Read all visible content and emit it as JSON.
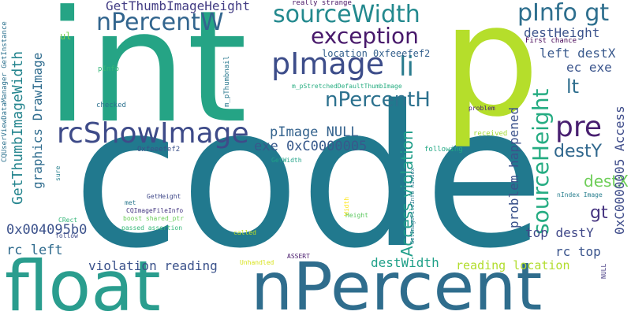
{
  "words": [
    {
      "text": "code",
      "color": "#21798e"
    },
    {
      "text": "int",
      "color": "#25a485"
    },
    {
      "text": "p",
      "color": "#b5de2b"
    },
    {
      "text": "float",
      "color": "#2a9d8e"
    },
    {
      "text": "nPercent",
      "color": "#2f6d8d"
    },
    {
      "text": "sourceWidth",
      "color": "#23898e"
    },
    {
      "text": "nPercentW",
      "color": "#32658e"
    },
    {
      "text": "pInfo gt",
      "color": "#2e6f8e"
    },
    {
      "text": "exception",
      "color": "#48196b"
    },
    {
      "text": "pImage",
      "color": "#3d4d8a"
    },
    {
      "text": "li",
      "color": "#2a7b8e"
    },
    {
      "text": "nPercentH",
      "color": "#2c718e"
    },
    {
      "text": "rcShowImage",
      "color": "#3e4b89"
    },
    {
      "text": "pre",
      "color": "#481f70"
    },
    {
      "text": "sourceHeight",
      "color": "#25ac82"
    },
    {
      "text": "GetThumbImageHeight",
      "color": "#433d84"
    },
    {
      "text": "destHeight",
      "color": "#3b528b"
    },
    {
      "text": "destY",
      "color": "#31688e"
    },
    {
      "text": "destX",
      "color": "#6ece58"
    },
    {
      "text": "gt",
      "color": "#463480"
    },
    {
      "text": "left destX",
      "color": "#38588c"
    },
    {
      "text": "ec exe",
      "color": "#3a548c"
    },
    {
      "text": "lt",
      "color": "#2e6e8e"
    },
    {
      "text": "pImage NULL",
      "color": "#33628d"
    },
    {
      "text": "exe 0xC0000005",
      "color": "#38598c"
    },
    {
      "text": "0x004095b0",
      "color": "#3b518b"
    },
    {
      "text": "rc left",
      "color": "#2f6b8e"
    },
    {
      "text": "GetThumbImageWidth",
      "color": "#25858e"
    },
    {
      "text": "graphics DrawImage",
      "color": "#2f6c8e"
    },
    {
      "text": "top destY",
      "color": "#3f4788"
    },
    {
      "text": "rc top",
      "color": "#3a548c"
    },
    {
      "text": "destWidth",
      "color": "#1fa088"
    },
    {
      "text": "Access violation",
      "color": "#1f9e89"
    },
    {
      "text": "problem happened",
      "color": "#3b528b"
    },
    {
      "text": "0xC0000005 Access",
      "color": "#3e4c8a"
    },
    {
      "text": "violation reading",
      "color": "#3b528b"
    },
    {
      "text": "reading location",
      "color": "#b2dd2d"
    },
    {
      "text": "location 0xfeeefef2",
      "color": "#34608d"
    },
    {
      "text": "ul",
      "color": "#7ad151"
    },
    {
      "text": "really strange",
      "color": "#471365"
    },
    {
      "text": "First chance",
      "color": "#440154"
    },
    {
      "text": "m_pStretchedDefaultThumbImage",
      "color": "#27ad81"
    },
    {
      "text": "m_pThumbnail",
      "color": "#2a788e"
    },
    {
      "text": "CQUserViewDataManager GetInstance",
      "color": "#2c718e"
    },
    {
      "text": "pInfo",
      "color": "#35b779"
    },
    {
      "text": "checked",
      "color": "#2c718e"
    },
    {
      "text": "problem",
      "color": "#482173"
    },
    {
      "text": "received",
      "color": "#a5db36"
    },
    {
      "text": "Oxfeeefef2",
      "color": "#3b528b"
    },
    {
      "text": "GetImageFileInfo nIndex",
      "color": "#29798e"
    },
    {
      "text": "following",
      "color": "#22a884"
    },
    {
      "text": "GetWidth",
      "color": "#1fa187"
    },
    {
      "text": "sure",
      "color": "#277f8e"
    },
    {
      "text": "GetHeight",
      "color": "#3f4889"
    },
    {
      "text": "nIndex Image",
      "color": "#277e8e"
    },
    {
      "text": "met",
      "color": "#2a778e"
    },
    {
      "text": "Width",
      "color": "#fde725"
    },
    {
      "text": "CQImageFileInfo",
      "color": "#453781"
    },
    {
      "text": "CRect",
      "color": "#35b779"
    },
    {
      "text": "Height",
      "color": "#5ec962"
    },
    {
      "text": "boost shared_ptr",
      "color": "#6ccd5a"
    },
    {
      "text": "follow",
      "color": "#3e4989"
    },
    {
      "text": "passed assertion",
      "color": "#35b779"
    },
    {
      "text": "called",
      "color": "#c2df23"
    },
    {
      "text": "ASSERT",
      "color": "#481a6c"
    },
    {
      "text": "Unhandled",
      "color": "#d8e219"
    },
    {
      "text": "NULL",
      "color": "#443a83"
    }
  ]
}
